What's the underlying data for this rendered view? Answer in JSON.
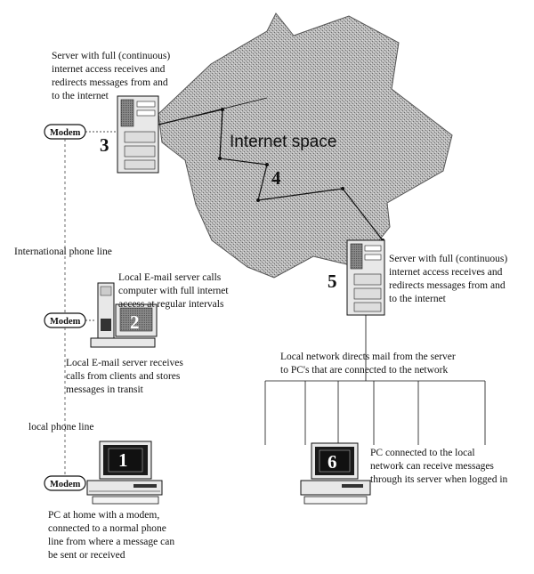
{
  "internet_label": "Internet space",
  "labels": {
    "top_server": "Server with full (continuous)|internet access receives and|redirects messages from and|to the internet",
    "right_server": "Server with full (continuous)|internet access receives and|redirects messages from and|to the internet",
    "email_server_calls": "Local E-mail server calls|computer with full internet|access at regular intervals",
    "email_server_receives": "Local E-mail server receives|calls from clients and stores|messages in transit",
    "home_pc": "PC at home with a modem,|connected to a normal phone|line from where a message can|be sent or received",
    "network_directs": "Local network directs mail from the server|to PC's that are connected to the network",
    "network_pc": "PC connected to the local|network can receive messages|through its server when logged in",
    "intl_phone_line": "International phone line",
    "local_phone_line": "local phone line"
  },
  "modem_label": "Modem",
  "numbers": [
    "1",
    "2",
    "3",
    "4",
    "5",
    "6"
  ]
}
